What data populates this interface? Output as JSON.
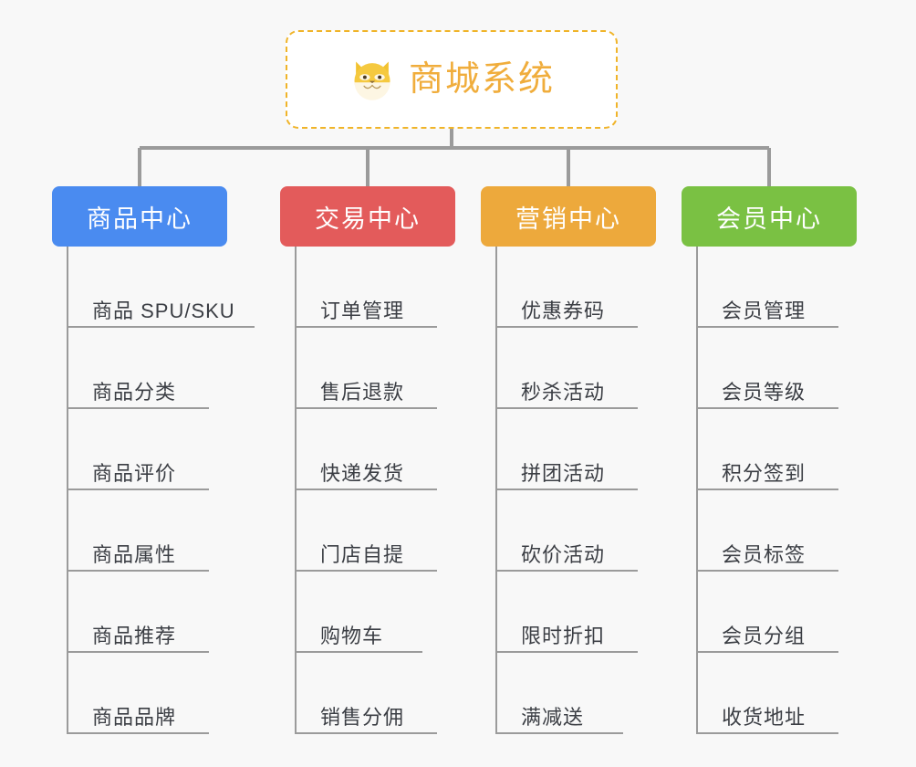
{
  "diagram": {
    "title": "商城系统",
    "root": {
      "label": "商城系统",
      "icon": "shiba-dog-emoji",
      "text_color": "#f0ad3c",
      "border_color": "#f0b429",
      "background": "#ffffff"
    },
    "background_color": "#f8f8f8",
    "connector_color": "#9b9b9b",
    "branches": [
      {
        "label": "商品中心",
        "color": "#4a8bf0",
        "items": [
          "商品 SPU/SKU",
          "商品分类",
          "商品评价",
          "商品属性",
          "商品推荐",
          "商品品牌"
        ]
      },
      {
        "label": "交易中心",
        "color": "#e35b5b",
        "items": [
          "订单管理",
          "售后退款",
          "快递发货",
          "门店自提",
          "购物车",
          "销售分佣"
        ]
      },
      {
        "label": "营销中心",
        "color": "#eda93c",
        "items": [
          "优惠券码",
          "秒杀活动",
          "拼团活动",
          "砍价活动",
          "限时折扣",
          "满减送"
        ]
      },
      {
        "label": "会员中心",
        "color": "#7ac143",
        "items": [
          "会员管理",
          "会员等级",
          "积分签到",
          "会员标签",
          "会员分组",
          "收货地址"
        ]
      }
    ]
  }
}
